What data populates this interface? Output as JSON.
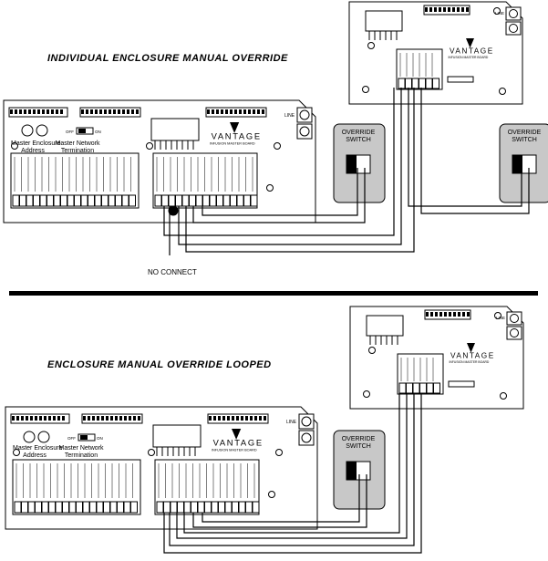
{
  "titles": {
    "top": "INDIVIDUAL ENCLOSURE MANUAL OVERRIDE",
    "bottom": "ENCLOSURE MANUAL OVERRIDE LOOPED"
  },
  "board_brand": "VANTAGE",
  "board_subtitle": "INFUSION MASTER BOARD",
  "switch_label_line1": "OVERRIDE",
  "switch_label_line2": "SWITCH",
  "no_connect_label": "NO CONNECT",
  "address_line1": "Master Enclosure",
  "address_line2": "Address",
  "termination_line1": "Master Network",
  "termination_line2": "Termination",
  "toggle_off": "OFF",
  "toggle_on": "ON",
  "line_label": "LINE"
}
